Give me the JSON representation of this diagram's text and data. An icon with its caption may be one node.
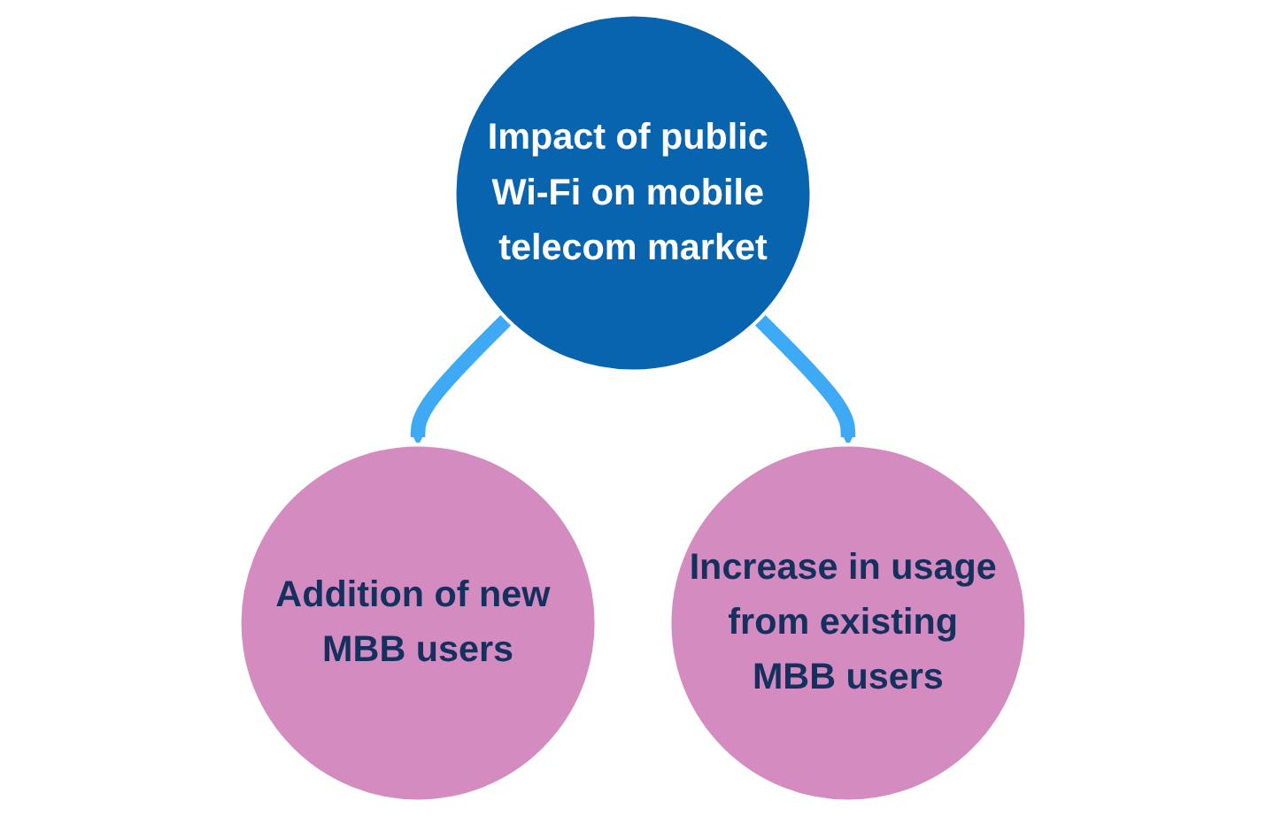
{
  "diagram": {
    "nodes": [
      {
        "text": [
          "Impact of public Wi-Fi on mobile telecom market"
        ]
      },
      {
        "text": [
          "Addition of new MBB users"
        ]
      },
      {
        "text": [
          "Increase in usage from existing MBB users"
        ]
      }
    ],
    "edges": [
      {
        "from": 0,
        "to": 1,
        "arrow": "to"
      },
      {
        "from": 0,
        "to": 2,
        "arrow": "to"
      }
    ]
  }
}
